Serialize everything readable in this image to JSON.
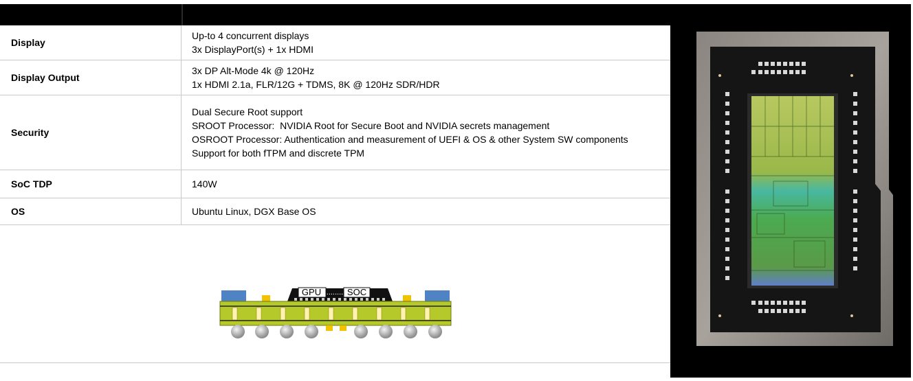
{
  "rows": [
    {
      "label": "Display",
      "lines": [
        "Up-to 4 concurrent displays",
        "3x DisplayPort(s) + 1x HDMI"
      ]
    },
    {
      "label": "Display Output",
      "lines": [
        "3x DP Alt-Mode 4k @ 120Hz",
        "1x HDMI 2.1a, FLR/12G + TDMS, 8K @ 120Hz SDR/HDR"
      ]
    },
    {
      "label": "Security",
      "lines": [
        "Dual Secure Root support",
        "SROOT Processor:  NVIDIA Root for Secure Boot and NVIDIA secrets management",
        "OSROOT Processor: Authentication and measurement of UEFI & OS & other System SW components",
        "Support for both fTPM and discrete TPM"
      ]
    },
    {
      "label": "SoC TDP",
      "lines": [
        "140W"
      ]
    },
    {
      "label": "OS",
      "lines": [
        "Ubuntu Linux, DGX Base OS"
      ]
    }
  ],
  "package_diagram": {
    "die_left_label": "GPU",
    "die_right_label": "SOC",
    "bump_dots": "........"
  }
}
